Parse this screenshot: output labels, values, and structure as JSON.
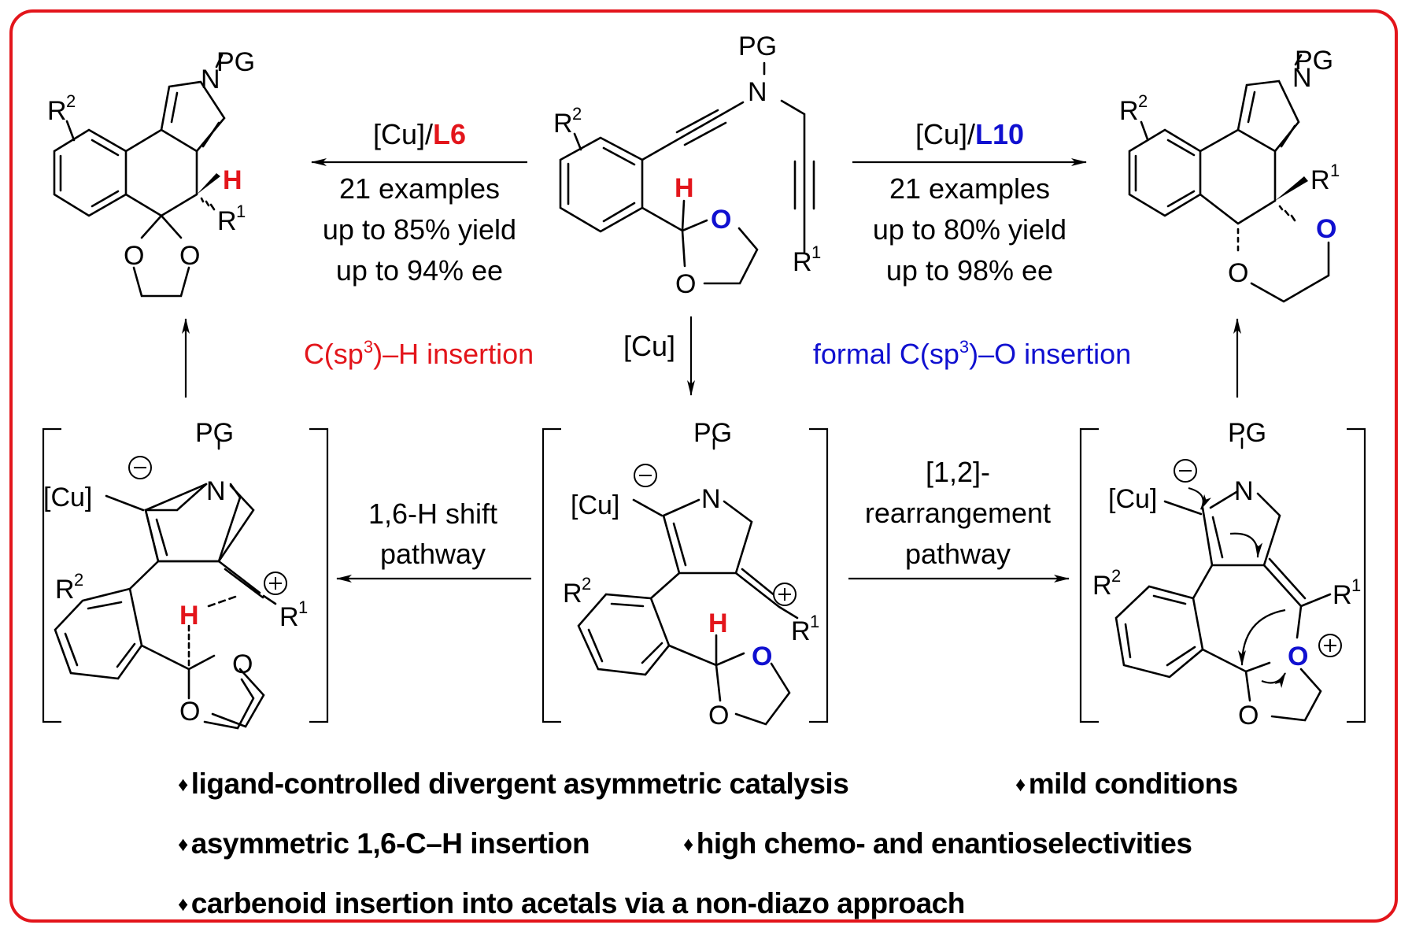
{
  "colors": {
    "frame": "#e3151b",
    "highlight_red": "#e3151b",
    "highlight_blue": "#1010d0",
    "text": "#000000"
  },
  "atoms": {
    "pg": "PG",
    "n": "N",
    "o": "O",
    "h": "H",
    "r": "R",
    "r1_sup": "1",
    "r2_sup": "2",
    "cu": "[Cu]"
  },
  "reactions": {
    "left": {
      "catalyst": "[Cu]/",
      "ligand": "L6",
      "examples": "21 examples",
      "yield": "up to 85% yield",
      "ee": "up to 94% ee",
      "pathway_label_pre": "C(sp",
      "pathway_label_sup": "3",
      "pathway_label_post": ")–H insertion"
    },
    "right": {
      "catalyst": "[Cu]/",
      "ligand": "L10",
      "examples": "21 examples",
      "yield": "up to 80% yield",
      "ee": "up to 98% ee",
      "pathway_label_pre": "formal C(sp",
      "pathway_label_sup": "3",
      "pathway_label_post": ")–O insertion"
    },
    "down": {
      "catalyst": "[Cu]"
    },
    "left_pathway": {
      "line1": "1,6-H shift",
      "line2": "pathway"
    },
    "right_pathway": {
      "line1": "[1,2]-",
      "line2": "rearrangement",
      "line3": "pathway"
    }
  },
  "charges": {
    "minus": "−",
    "plus": "+"
  },
  "features": [
    {
      "bullet": "♦",
      "text": "ligand-controlled divergent asymmetric catalysis"
    },
    {
      "bullet": "♦",
      "text": "mild conditions"
    },
    {
      "bullet": "♦",
      "text": "asymmetric 1,6-C–H insertion"
    },
    {
      "bullet": "♦",
      "text": "high chemo- and enantioselectivities"
    },
    {
      "bullet": "♦",
      "text": "carbenoid insertion into acetals via a non-diazo approach"
    }
  ]
}
